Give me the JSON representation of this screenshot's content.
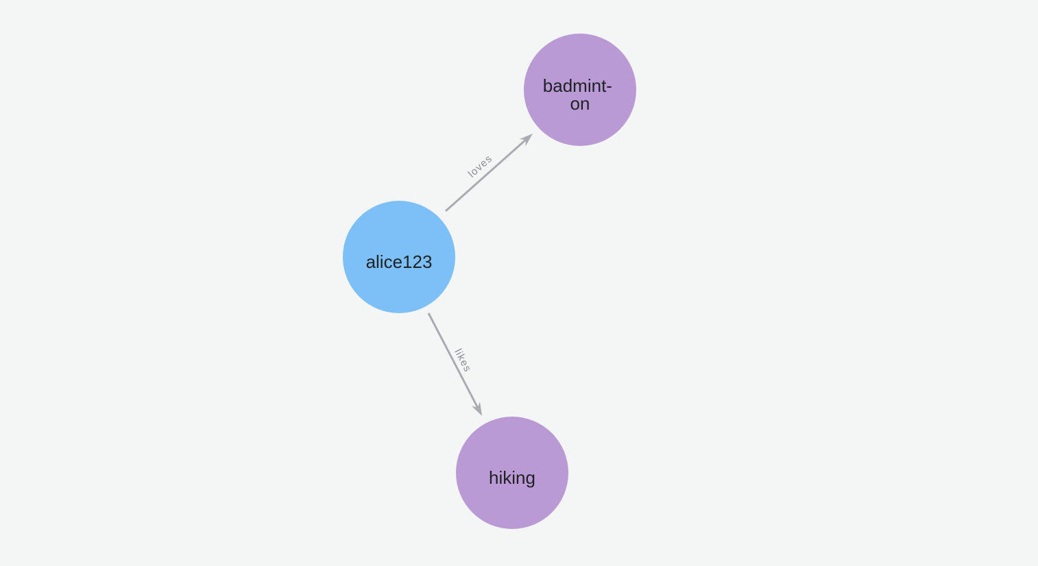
{
  "graph": {
    "nodes": [
      {
        "id": "alice123",
        "label": "alice123",
        "display_lines": [
          "alice123"
        ],
        "color": "#7cc0f7"
      },
      {
        "id": "badminton",
        "label": "badminton",
        "display_lines": [
          "badmint-",
          "on"
        ],
        "color": "#b99ad4"
      },
      {
        "id": "hiking",
        "label": "hiking",
        "display_lines": [
          "hiking"
        ],
        "color": "#b99ad4"
      }
    ],
    "edges": [
      {
        "from": "alice123",
        "to": "badminton",
        "label": "loves"
      },
      {
        "from": "alice123",
        "to": "hiking",
        "label": "likes"
      }
    ]
  },
  "colors": {
    "background": "#f4f5f5",
    "node_person": "#7cc0f7",
    "node_hobby": "#b99ad4",
    "edge": "#a8abb2",
    "edge_label": "#8a8d92",
    "node_label": "#1f2125"
  }
}
